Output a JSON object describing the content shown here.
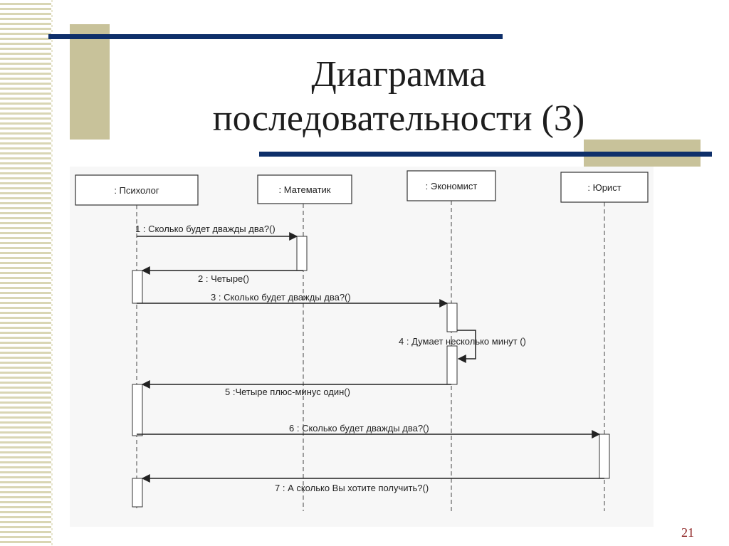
{
  "slide": {
    "title_line1": "Диаграмма",
    "title_line2": "последовательности (3)",
    "page_number": "21"
  },
  "diagram": {
    "type": "UML sequence diagram",
    "lifelines": [
      {
        "id": "psychologist",
        "label": ": Психолог"
      },
      {
        "id": "mathematician",
        "label": ": Математик"
      },
      {
        "id": "economist",
        "label": ": Экономист"
      },
      {
        "id": "lawyer",
        "label": ": Юрист"
      }
    ],
    "messages": [
      {
        "from": "psychologist",
        "to": "mathematician",
        "label": "1 : Сколько будет дважды два?()"
      },
      {
        "from": "mathematician",
        "to": "psychologist",
        "label": "2 : Четыре()"
      },
      {
        "from": "psychologist",
        "to": "economist",
        "label": "3 : Сколько будет дважды два?()"
      },
      {
        "from": "economist",
        "to": "economist",
        "label": "4 : Думает несколько минут ()"
      },
      {
        "from": "economist",
        "to": "psychologist",
        "label": "5 :Четыре плюс-минус один()"
      },
      {
        "from": "psychologist",
        "to": "lawyer",
        "label": "6 : Сколько будет дважды два?()"
      },
      {
        "from": "lawyer",
        "to": "psychologist",
        "label": "7 : А сколько Вы хотите получить?()"
      }
    ]
  }
}
